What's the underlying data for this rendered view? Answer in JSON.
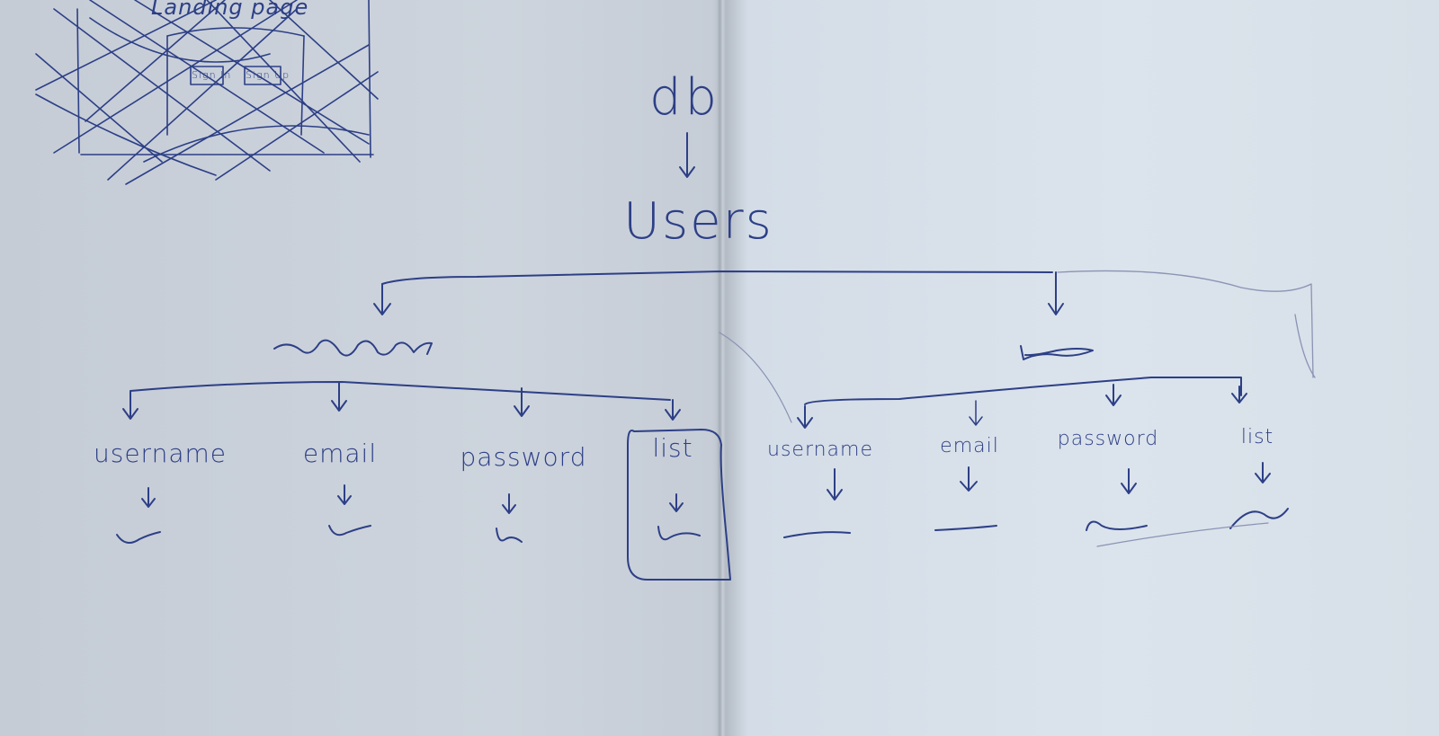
{
  "diagram": {
    "root_label": "db",
    "collection_label": "Users",
    "sketch": {
      "title": "Landing page",
      "buttons": [
        "Sign In",
        "Sign Up"
      ]
    },
    "user_a_fields": [
      "username",
      "email",
      "password",
      "list"
    ],
    "user_b_fields": [
      "username",
      "email",
      "password",
      "list"
    ]
  },
  "colors": {
    "ink": "#2d3f86",
    "paper": "#d2dae4"
  }
}
